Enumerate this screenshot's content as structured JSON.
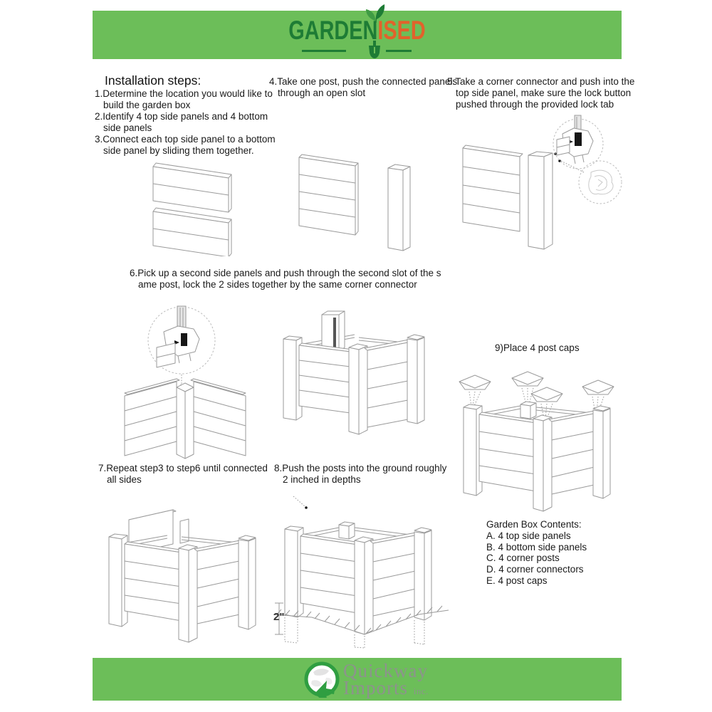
{
  "colors": {
    "accent_green": "#6cbe59",
    "brand_dark_green": "#1e7c35",
    "brand_orange": "#e2622b",
    "body_text": "#1a1a1a",
    "diagram_line_gray": "#9a9a9a",
    "footer_text_gray": "#8d938d"
  },
  "icons": {
    "leaf": "leaf-icon",
    "shovel": "shovel-icon",
    "globe_cursor": "globe-cursor-icon"
  },
  "header": {
    "brand_part1": "GARDEN",
    "brand_part2": "ISED"
  },
  "installation": {
    "title": "Installation steps:",
    "steps": [
      {
        "lines": [
          "1.Determine the location you would like to",
          "build the garden box"
        ]
      },
      {
        "lines": [
          "2.Identify 4 top side panels and 4 bottom",
          "side panels"
        ]
      },
      {
        "lines": [
          "3.Connect each top side panel to a bottom",
          "side panel by sliding them together."
        ]
      }
    ]
  },
  "step4": {
    "lines": [
      "4.Take one post, push the connected panels",
      "through an open slot"
    ]
  },
  "step5": {
    "lines": [
      "5.Take a corner connector and push into the",
      "top side panel, make sure the lock button",
      "pushed through the provided lock tab"
    ]
  },
  "step6": {
    "lines": [
      "6.Pick up a second side panels and push through the second slot of the s",
      "ame post, lock the 2 sides together by the same corner connector"
    ]
  },
  "step7": {
    "lines": [
      "7.Repeat step3 to step6 until connected",
      "all sides"
    ]
  },
  "step8": {
    "lines": [
      "8.Push the posts into the ground roughly",
      "2 inched in depths"
    ]
  },
  "step9": {
    "label": "9)Place 4 post caps"
  },
  "dimension_label": "2\"",
  "contents": {
    "title": "Garden Box Contents:",
    "items": [
      "A. 4 top side panels",
      "B. 4 bottom side panels",
      "C. 4 corner posts",
      "D. 4 corner connectors",
      "E. 4 post caps"
    ]
  },
  "footer": {
    "company_line1": "Quickway",
    "company_line2": "Imports",
    "company_suffix": "inc."
  }
}
